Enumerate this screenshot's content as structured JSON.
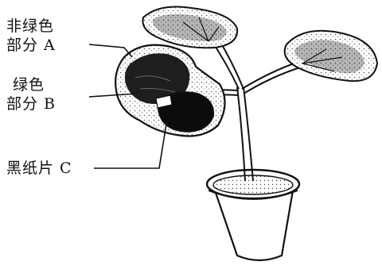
{
  "labels": {
    "non_green_line1": "非绿色",
    "non_green_line2": "部分 A",
    "green_line1": "绿色",
    "green_line2": "部分 B",
    "black_paper": "黑纸片 C"
  }
}
